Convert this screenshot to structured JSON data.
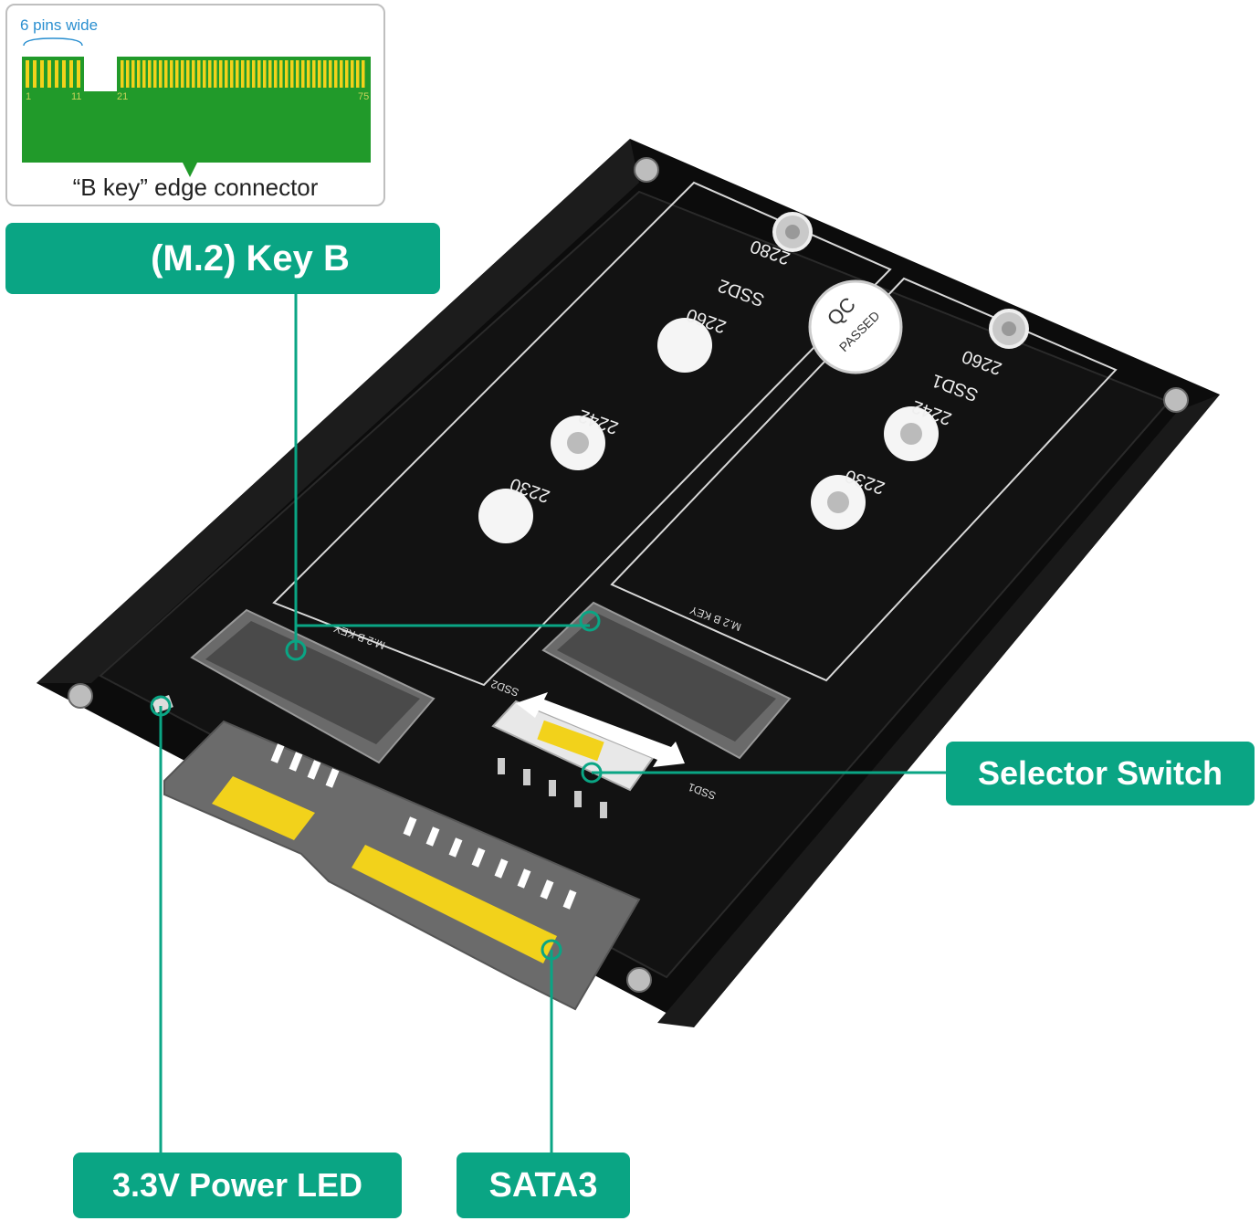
{
  "inset": {
    "pins_note": "6 pins wide",
    "pin_numbers": [
      "1",
      "11",
      "21",
      "75"
    ],
    "caption": "“B key”  edge connector"
  },
  "labels": {
    "m2_key": "(M.2)  Key  B",
    "selector": "Selector Switch",
    "power_led": "3.3V Power  LED",
    "sata": "SATA3"
  },
  "board": {
    "slot_sizes_ssd2": [
      "2280",
      "2260",
      "2242",
      "2230"
    ],
    "slot_sizes_ssd1": [
      "2260",
      "2242",
      "2230"
    ],
    "ssd2": "SSD2",
    "ssd1": "SSD1",
    "qc_text": "QC",
    "qc_sub": "PASSED",
    "key_text": "M.2 B KEY",
    "sw_ssd2": "SSD2",
    "sw_ssd1": "SSD1"
  },
  "colors": {
    "accent": "#0aa584",
    "board": "#111111",
    "gold": "#f2d21b",
    "pcb_green": "#219a2a"
  }
}
